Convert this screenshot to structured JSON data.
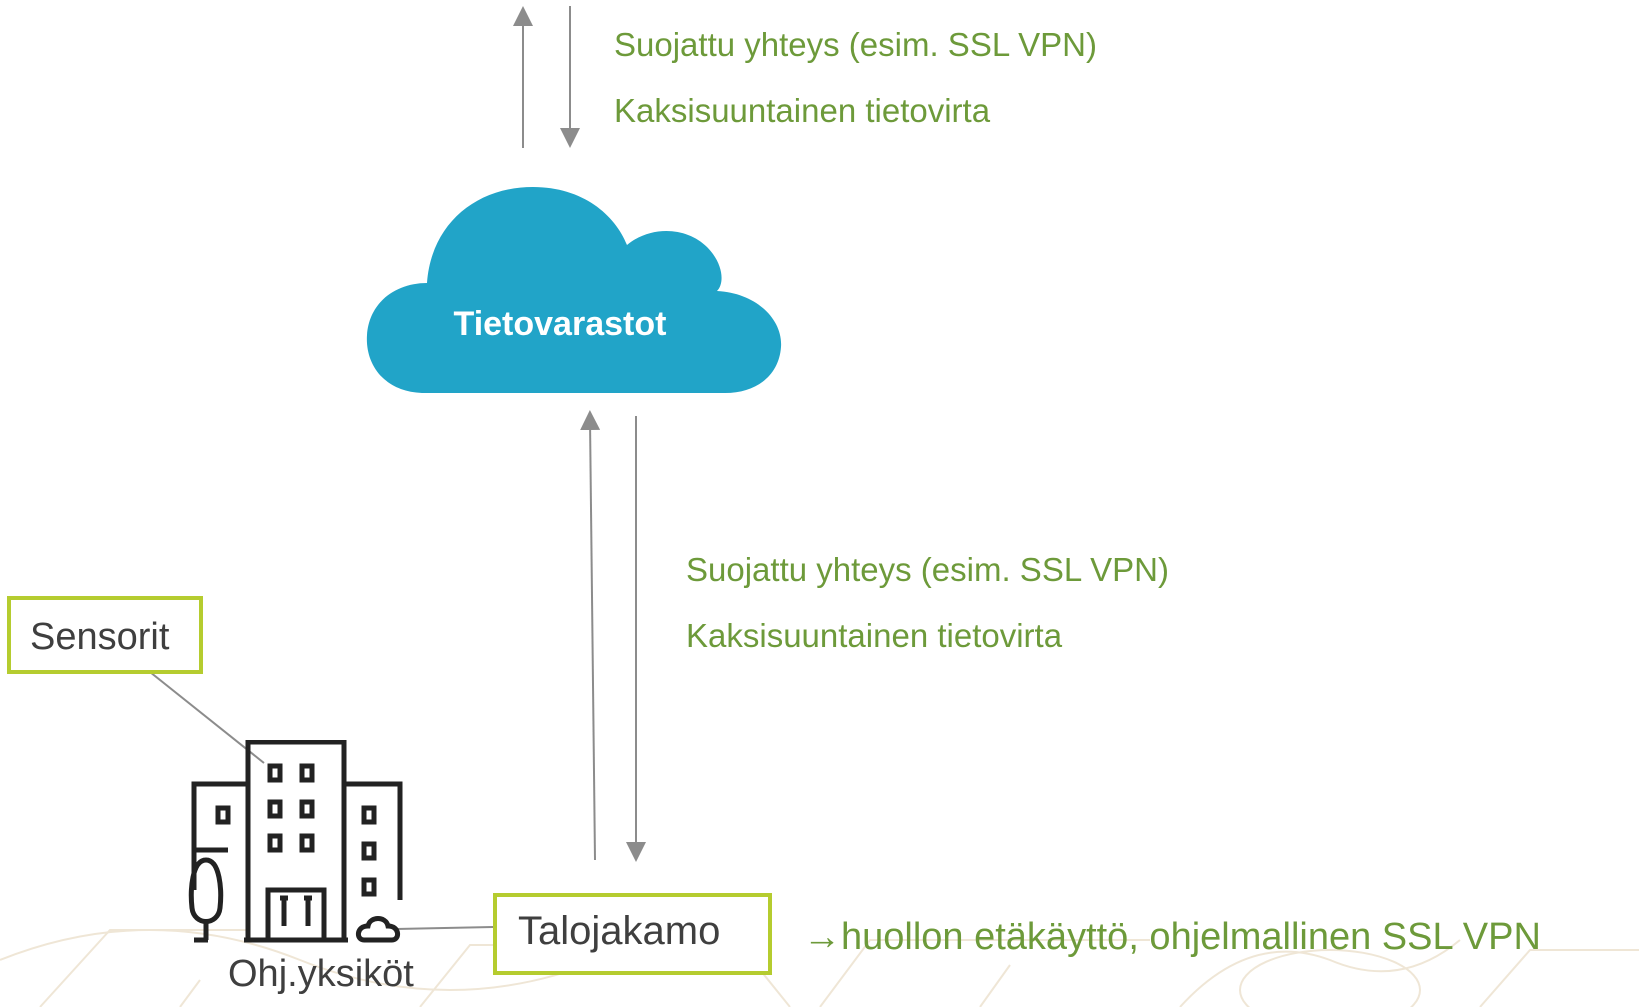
{
  "top_link": {
    "line1": "Suojattu yhteys (esim. SSL VPN)",
    "line2": "Kaksisuuntainen tietovirta"
  },
  "cloud": {
    "label": "Tietovarastot",
    "color": "#21a4c8"
  },
  "middle_link": {
    "line1": "Suojattu yhteys (esim. SSL VPN)",
    "line2": "Kaksisuuntainen tietovirta"
  },
  "sensors": {
    "label": "Sensorit"
  },
  "building": {
    "label": "Ohj.yksiköt",
    "icon": "building-icon"
  },
  "talojakamo": {
    "label": "Talojakamo"
  },
  "remote_access": {
    "arrow": "→",
    "text": "huollon etäkäyttö, ohjelmallinen SSL VPN"
  },
  "colors": {
    "accent_green": "#6d9a3a",
    "box_border": "#b5cc2f",
    "arrow_gray": "#8c8c8c"
  }
}
